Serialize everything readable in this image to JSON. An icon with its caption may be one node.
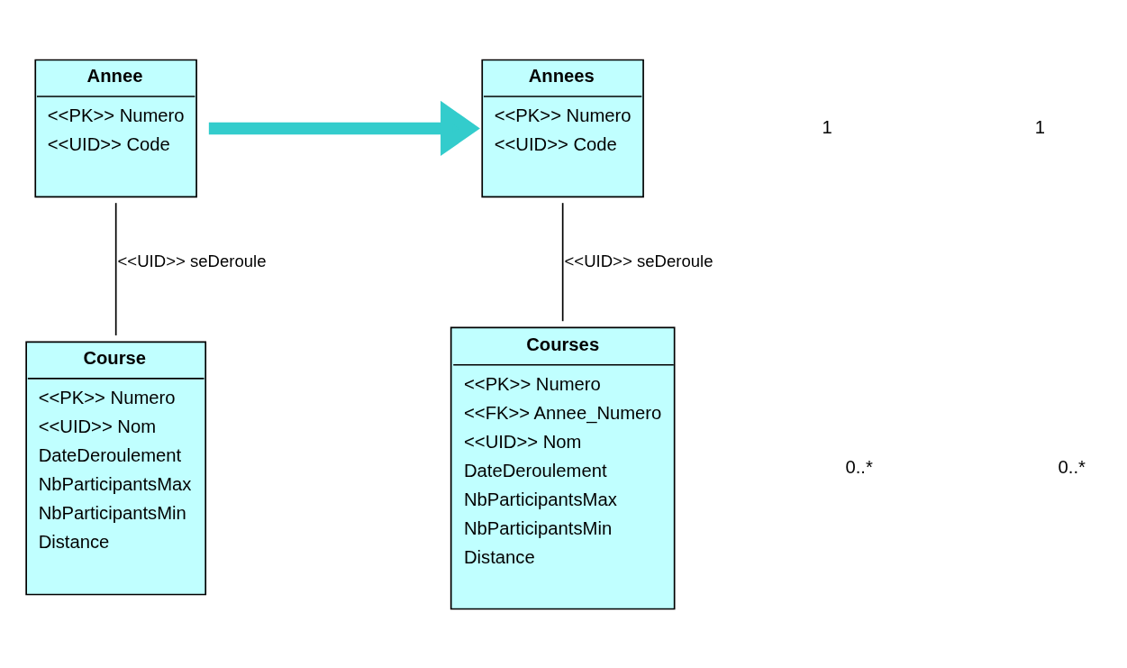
{
  "diagram": {
    "nodes": [
      {
        "text": [
          "Annee",
          "<<PK>> Numero",
          "<<UID>> Code"
        ]
      },
      {
        "text": [
          "Course",
          "<<PK>> Numero",
          "<<UID>> Nom",
          "DateDeroulement",
          "NbParticipantsMax",
          "NbParticipantsMin",
          "Distance"
        ]
      },
      {
        "text": [
          "Annees",
          "<<PK>> Numero",
          "<<UID>> Code"
        ]
      },
      {
        "text": [
          "Courses",
          "<<PK>> Numero",
          "<<FK>> Annee_Numero",
          "<<UID>> Nom",
          "DateDeroulement",
          "NbParticipantsMax",
          "NbParticipantsMin",
          "Distance"
        ]
      }
    ],
    "edges": [
      {
        "from": 0,
        "to": 1,
        "arrow": "none",
        "label": "<<UID>> seDeroule"
      },
      {
        "from": 2,
        "to": 3,
        "arrow": "none",
        "label": "<<UID>> seDeroule"
      },
      {
        "from": 0,
        "to": 2,
        "arrow": "to",
        "style": "thick",
        "color": "#33cccc"
      }
    ],
    "labels": [
      "1",
      "0..*",
      "1",
      "0..*"
    ]
  }
}
